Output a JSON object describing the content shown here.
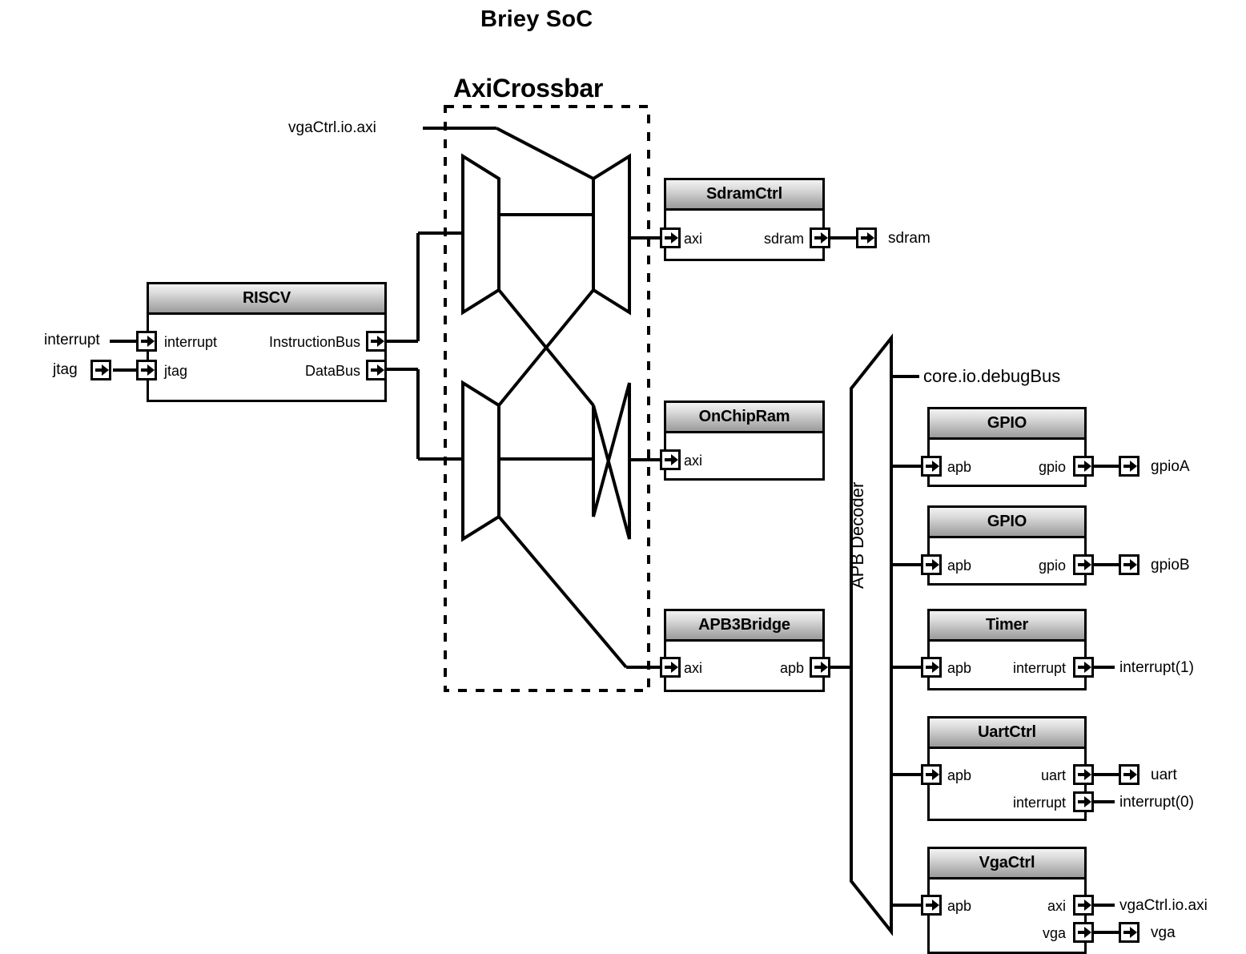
{
  "diagram": {
    "title": "Briey SoC",
    "crossbar_title": "AxiCrossbar",
    "type": "block-diagram"
  },
  "external_labels": {
    "vga_axi_top": "vgaCtrl.io.axi",
    "interrupt_in": "interrupt",
    "jtag_in": "jtag",
    "sdram_out": "sdram",
    "debug_bus": "core.io.debugBus",
    "gpioA": "gpioA",
    "gpioB": "gpioB",
    "interrupt1": "interrupt(1)",
    "uart_out": "uart",
    "interrupt0": "interrupt(0)",
    "vga_axi_out": "vgaCtrl.io.axi",
    "vga_out": "vga"
  },
  "blocks": {
    "riscv": {
      "name": "RISCV",
      "ports_left": [
        "interrupt",
        "jtag"
      ],
      "ports_right": [
        "InstructionBus",
        "DataBus"
      ]
    },
    "sdramctrl": {
      "name": "SdramCtrl",
      "ports_left": [
        "axi"
      ],
      "ports_right": [
        "sdram"
      ]
    },
    "onchipram": {
      "name": "OnChipRam",
      "ports_left": [
        "axi"
      ],
      "ports_right": []
    },
    "apb3bridge": {
      "name": "APB3Bridge",
      "ports_left": [
        "axi"
      ],
      "ports_right": [
        "apb"
      ]
    },
    "apb_decoder": {
      "name": "APB Decoder"
    },
    "gpio_a": {
      "name": "GPIO",
      "ports_left": [
        "apb"
      ],
      "ports_right": [
        "gpio"
      ]
    },
    "gpio_b": {
      "name": "GPIO",
      "ports_left": [
        "apb"
      ],
      "ports_right": [
        "gpio"
      ]
    },
    "timer": {
      "name": "Timer",
      "ports_left": [
        "apb"
      ],
      "ports_right": [
        "interrupt"
      ]
    },
    "uartctrl": {
      "name": "UartCtrl",
      "ports_left": [
        "apb"
      ],
      "ports_right": [
        "uart",
        "interrupt"
      ]
    },
    "vgactrl": {
      "name": "VgaCtrl",
      "ports_left": [
        "apb"
      ],
      "ports_right": [
        "axi",
        "vga"
      ]
    }
  },
  "colors": {
    "line": "#000000",
    "header_top": "#f2f2f2",
    "header_bottom": "#9b9b9b",
    "background": "#ffffff"
  }
}
